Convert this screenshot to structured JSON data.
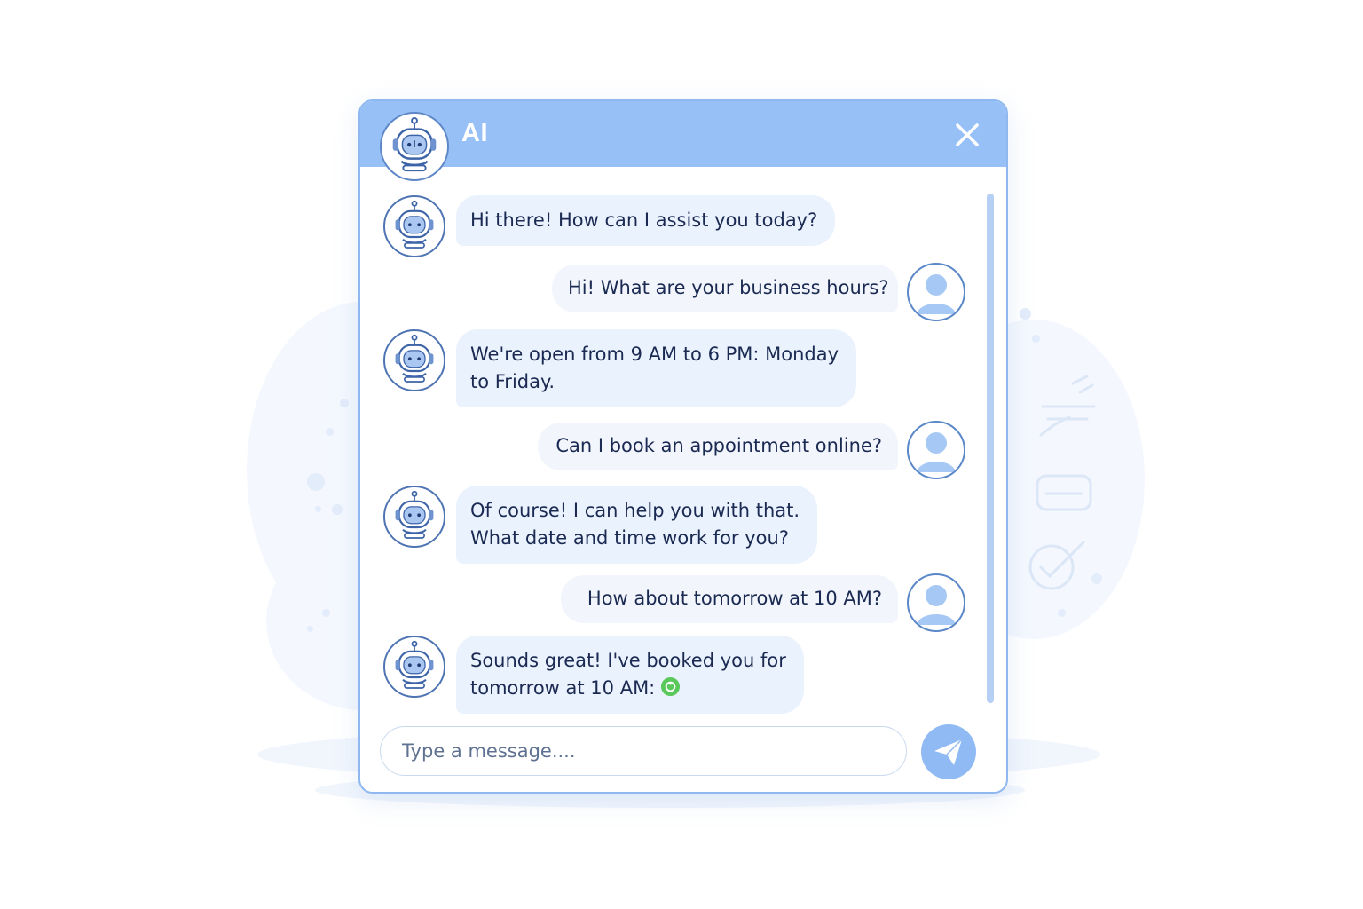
{
  "header": {
    "title": "AI",
    "avatar_icon": "robot-icon",
    "close_icon": "close-icon"
  },
  "messages": [
    {
      "sender": "bot",
      "lines": [
        "Hi there! How can I assist you today?"
      ]
    },
    {
      "sender": "user",
      "lines": [
        "Hi! What are your business hours?"
      ]
    },
    {
      "sender": "bot",
      "lines": [
        "We're open from 9 AM to 6 PM: Monday",
        "to Friday."
      ]
    },
    {
      "sender": "user",
      "lines": [
        "Can I book an appointment online?"
      ]
    },
    {
      "sender": "bot",
      "lines": [
        "Of course! I can help you with that.",
        "What date and time work for you?"
      ]
    },
    {
      "sender": "user",
      "lines": [
        "How about tomorrow at 10 AM?"
      ]
    },
    {
      "sender": "bot",
      "lines": [
        "Sounds great! I've booked you for",
        "tomorrow at 10 AM:"
      ],
      "trailing_icon": "check-circle-icon"
    }
  ],
  "composer": {
    "placeholder": "Type a message....",
    "value": "",
    "send_icon": "send-icon"
  },
  "colors": {
    "header": "#97c0f7",
    "bot_bubble": "#eaf2fd",
    "user_bubble": "#f2f6fc",
    "text": "#1b2a52",
    "accent": "#8fbaf3",
    "check": "#5ac85a"
  }
}
